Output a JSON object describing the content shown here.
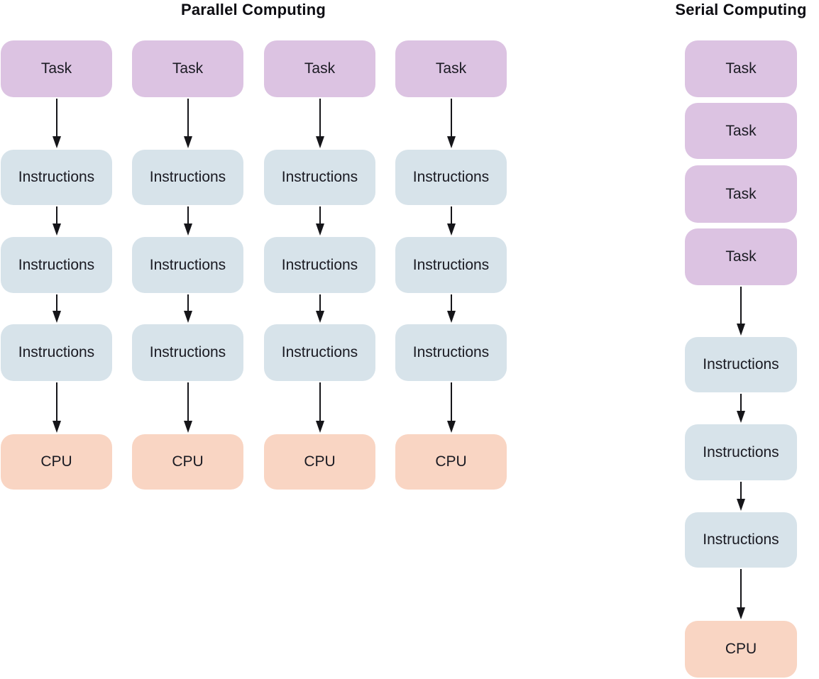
{
  "parallel": {
    "title": "Parallel Computing",
    "columns": [
      {
        "nodes": [
          {
            "type": "task",
            "label": "Task"
          },
          {
            "type": "instructions",
            "label": "Instructions"
          },
          {
            "type": "instructions",
            "label": "Instructions"
          },
          {
            "type": "instructions",
            "label": "Instructions"
          },
          {
            "type": "cpu",
            "label": "CPU"
          }
        ]
      },
      {
        "nodes": [
          {
            "type": "task",
            "label": "Task"
          },
          {
            "type": "instructions",
            "label": "Instructions"
          },
          {
            "type": "instructions",
            "label": "Instructions"
          },
          {
            "type": "instructions",
            "label": "Instructions"
          },
          {
            "type": "cpu",
            "label": "CPU"
          }
        ]
      },
      {
        "nodes": [
          {
            "type": "task",
            "label": "Task"
          },
          {
            "type": "instructions",
            "label": "Instructions"
          },
          {
            "type": "instructions",
            "label": "Instructions"
          },
          {
            "type": "instructions",
            "label": "Instructions"
          },
          {
            "type": "cpu",
            "label": "CPU"
          }
        ]
      },
      {
        "nodes": [
          {
            "type": "task",
            "label": "Task"
          },
          {
            "type": "instructions",
            "label": "Instructions"
          },
          {
            "type": "instructions",
            "label": "Instructions"
          },
          {
            "type": "instructions",
            "label": "Instructions"
          },
          {
            "type": "cpu",
            "label": "CPU"
          }
        ]
      }
    ]
  },
  "serial": {
    "title": "Serial Computing",
    "nodes": [
      {
        "type": "task",
        "label": "Task"
      },
      {
        "type": "task",
        "label": "Task"
      },
      {
        "type": "task",
        "label": "Task"
      },
      {
        "type": "task",
        "label": "Task"
      },
      {
        "type": "instructions",
        "label": "Instructions"
      },
      {
        "type": "instructions",
        "label": "Instructions"
      },
      {
        "type": "instructions",
        "label": "Instructions"
      },
      {
        "type": "cpu",
        "label": "CPU"
      }
    ]
  },
  "colors": {
    "task_fill": "#DCC3E2",
    "instructions_fill": "#D7E3EA",
    "cpu_fill": "#F9D5C3",
    "arrow": "#151519",
    "text": "#1A1A22",
    "title_text": "#0D0D12",
    "background": "#FFFFFF"
  }
}
